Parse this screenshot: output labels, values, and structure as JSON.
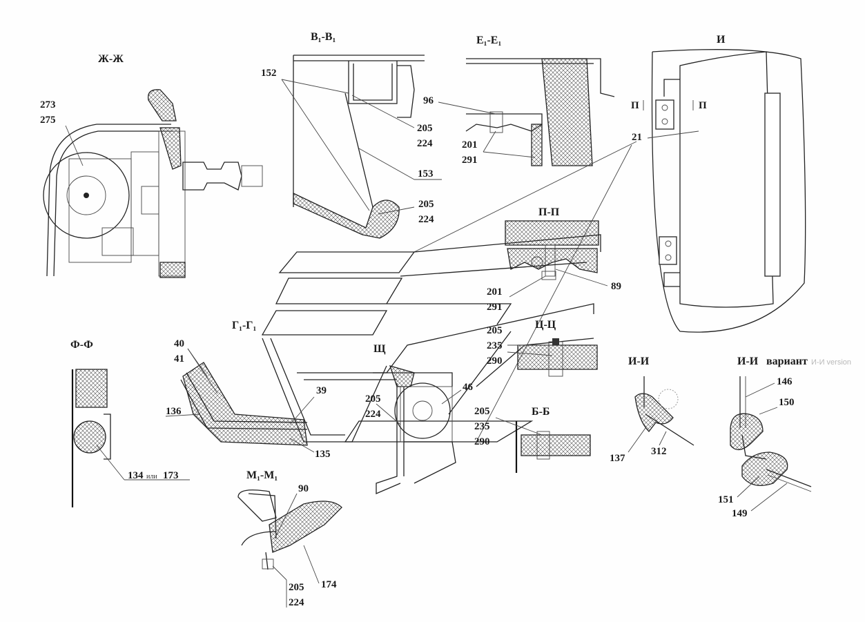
{
  "sections": {
    "zh": "Ж-Ж",
    "v": "В₁-В₁",
    "e": "Е₁-Е₁",
    "i": "И",
    "p": "П-П",
    "g": "Г₁-Г₁",
    "shch_view": "Щ",
    "ts": "Ц-Ц",
    "b": "Б-Б",
    "f": "Ф-Ф",
    "m": "М₁-М₁",
    "ii": "И-И",
    "ii_variant": "И-И",
    "variant_word": "вариант",
    "variant_faint": "И-И version"
  },
  "callouts": {
    "c273": "273",
    "c275": "275",
    "c152": "152",
    "c205a": "205",
    "c224a": "224",
    "c153": "153",
    "c205b": "205",
    "c224b": "224",
    "c96": "96",
    "c201a": "201",
    "c291a": "291",
    "c21": "21",
    "p_left": "П",
    "p_right": "П",
    "c201b": "201",
    "c291b": "291",
    "c89": "89",
    "c205c": "205",
    "c235a": "235",
    "c290a": "290",
    "c40": "40",
    "c41": "41",
    "c136": "136",
    "c39": "39",
    "c135": "135",
    "c205d": "205",
    "c224d": "224",
    "c46": "46",
    "c205e": "205",
    "c235e": "235",
    "c290e": "290",
    "c134": "134",
    "c134_or": "или",
    "c173": "173",
    "c90": "90",
    "c174": "174",
    "c205f": "205",
    "c224f": "224",
    "c137": "137",
    "c312": "312",
    "c146": "146",
    "c150": "150",
    "c151": "151",
    "c149": "149"
  }
}
